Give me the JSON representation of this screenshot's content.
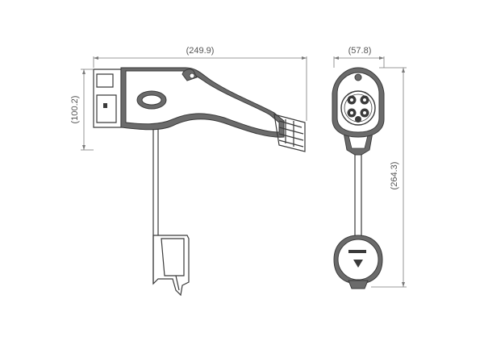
{
  "dimensions": {
    "overall_length": "(249.9)",
    "head_height": "(100.2)",
    "head_width": "(57.8)",
    "total_height": "(264.3)"
  },
  "colors": {
    "line": "#7a7a7a",
    "body": "#6b6b6b",
    "outline": "#3a3a3a"
  }
}
